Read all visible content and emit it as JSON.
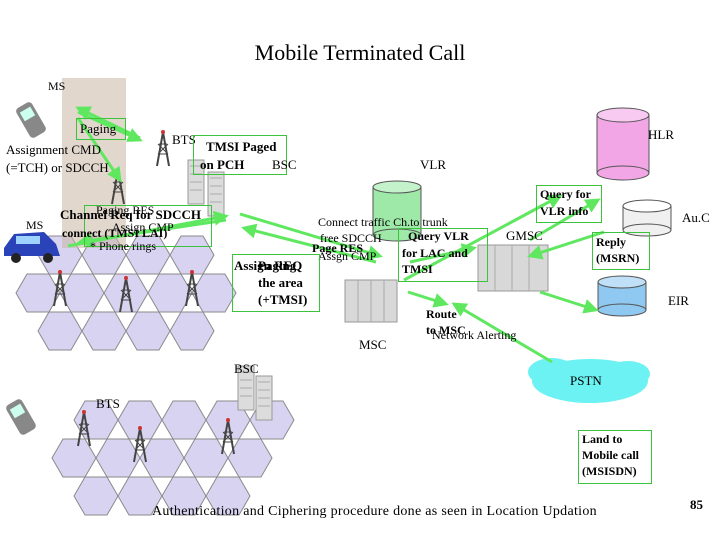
{
  "title": "Mobile Terminated Call",
  "labels": {
    "ms_top": "MS",
    "paging": "Paging",
    "assignment_cmd": "Assignment CMD",
    "tch_sdcch": "(=TCH) or SDCCH",
    "bts_top": "BTS",
    "tmsi_paged": "TMSI Paged",
    "on_pch": "on PCH",
    "bsc_top": "BSC",
    "vlr": "VLR",
    "hlr": "HLR",
    "query_for_vlr_info_1": "Query for",
    "query_for_vlr_info_2": "VLR info",
    "auc": "Au.C",
    "reply_1": "Reply",
    "reply_2": "(MSRN)",
    "eir": "EIR",
    "gmsc": "GMSC",
    "ms_left": "MS",
    "channel_req": "Channel Req for SDCCH",
    "paging_res": "Paging RES",
    "assign_cmp_left": "Assign CMP",
    "connect_tmsi": "connect (TMSI LAI)",
    "phone_rings": "* Phone rings",
    "connect_traffic": "Connect traffic Ch.to trunk",
    "free_sdcch": "free SDCCH",
    "query_vlr_lac_1": "Query VLR",
    "query_vlr_lac_2": "for LAC and",
    "query_vlr_lac_3": "TMSI",
    "page_res": "Page RES",
    "assign_cmp_mid": "Assgn CMP",
    "assign_req": "Assign REQ",
    "paging_mid": "Paging",
    "the_area": "the area",
    "plus_tmsi": "(+TMSI)",
    "msc": "MSC",
    "route_to_msc_1": "Route",
    "route_to_msc_2": "to MSC",
    "network_alerting": "Network Alerting",
    "bsc_bottom": "BSC",
    "bts_bottom": "BTS",
    "pstn": "PSTN",
    "land_to_mobile_1": "Land to",
    "land_to_mobile_2": "Mobile call",
    "land_to_mobile_3": "(MSISDN)",
    "footer": "Authentication and Ciphering procedure done as seen in Location Updation",
    "page_number": "85"
  },
  "colors": {
    "arrow_green": "#5fe85f",
    "box_green": "#3cc23c",
    "hex_fill": "#d9d3f2",
    "hex_stroke": "#8a8a8a",
    "vlr_db": "#9ee8a8",
    "hlr_db": "#f2a6e6",
    "auc_db": "#f0f0f0",
    "eir_db": "#8fc8f0",
    "pstn_cloud": "#6cf2f2",
    "tower": "#555555",
    "rack": "#d8d8d8"
  },
  "icons": [
    "mobile-phone-icon",
    "car-icon",
    "bts-tower-icon",
    "switch-rack-icon",
    "database-icon",
    "cloud-icon"
  ]
}
